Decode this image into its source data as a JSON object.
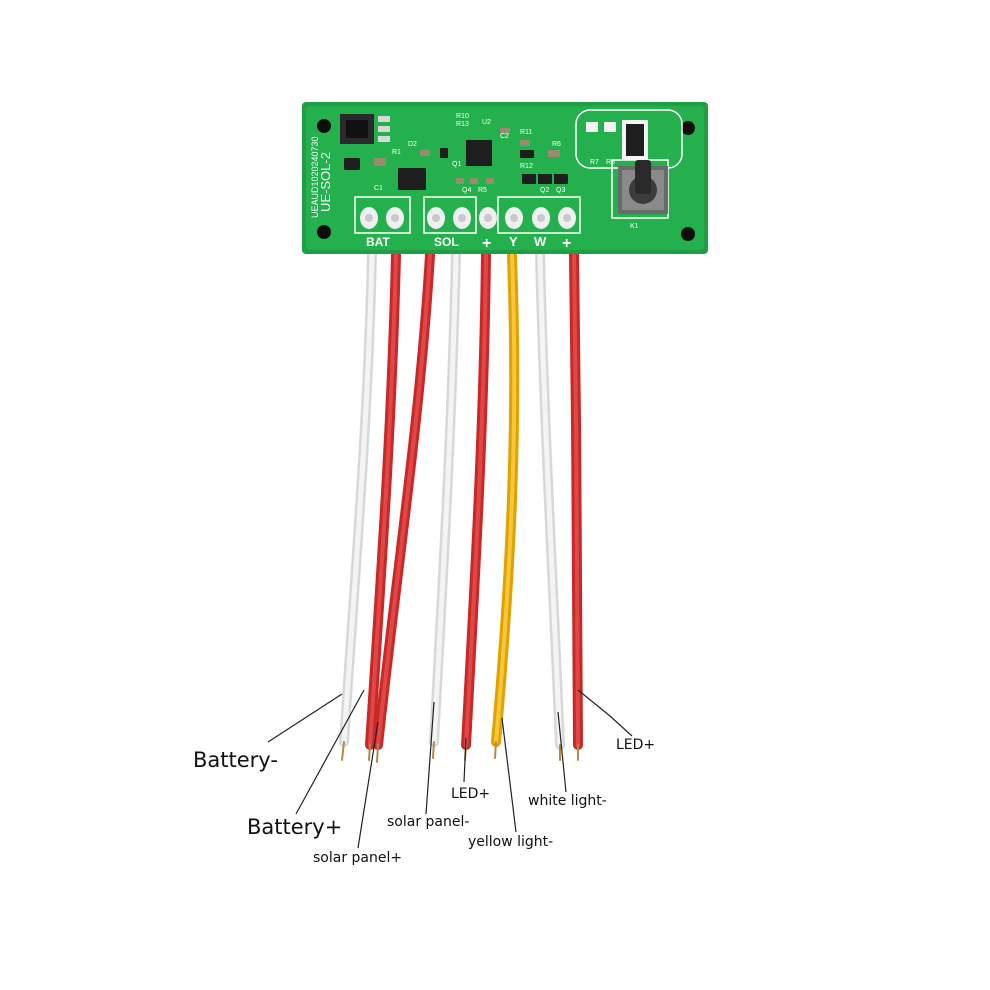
{
  "board": {
    "model_label": "UE-SOL-2",
    "date_code": "UEAUD1020240730",
    "terminal_group_labels": [
      "BAT",
      "SOL",
      "+",
      "Y",
      "W",
      "+"
    ],
    "component_labels": [
      "R10",
      "R13",
      "U2",
      "C2",
      "R11",
      "R12",
      "R6",
      "C1",
      "R1",
      "D2",
      "Q1",
      "R7",
      "R8",
      "K1",
      "Q2",
      "Q3",
      "Q4",
      "R5"
    ],
    "colors": {
      "pcb": "#22b14c",
      "pcb_dark": "#158a36",
      "silkscreen": "#ffffff",
      "chip": "#1e1e1e"
    }
  },
  "wires": [
    {
      "id": "battery-negative",
      "color": "#e6e6e6"
    },
    {
      "id": "battery-positive",
      "color": "#d93434"
    },
    {
      "id": "solar-panel-positive",
      "color": "#d93434"
    },
    {
      "id": "solar-panel-negative",
      "color": "#e6e6e6"
    },
    {
      "id": "led-positive-left",
      "color": "#d93434"
    },
    {
      "id": "yellow-light-negative",
      "color": "#f0b400"
    },
    {
      "id": "white-light-negative",
      "color": "#e6e6e6"
    },
    {
      "id": "led-positive-right",
      "color": "#d93434"
    }
  ],
  "callouts": {
    "battery_minus": "Battery-",
    "battery_plus": "Battery+",
    "solar_panel_plus": "solar panel+",
    "solar_panel_minus": "solar panel-",
    "led_plus_left": "LED+",
    "yellow_light_minus": "yellow light-",
    "white_light_minus": "white light-",
    "led_plus_right": "LED+"
  },
  "icons": {
    "switch": "push-button-switch-icon",
    "hole": "mounting-hole-icon"
  }
}
